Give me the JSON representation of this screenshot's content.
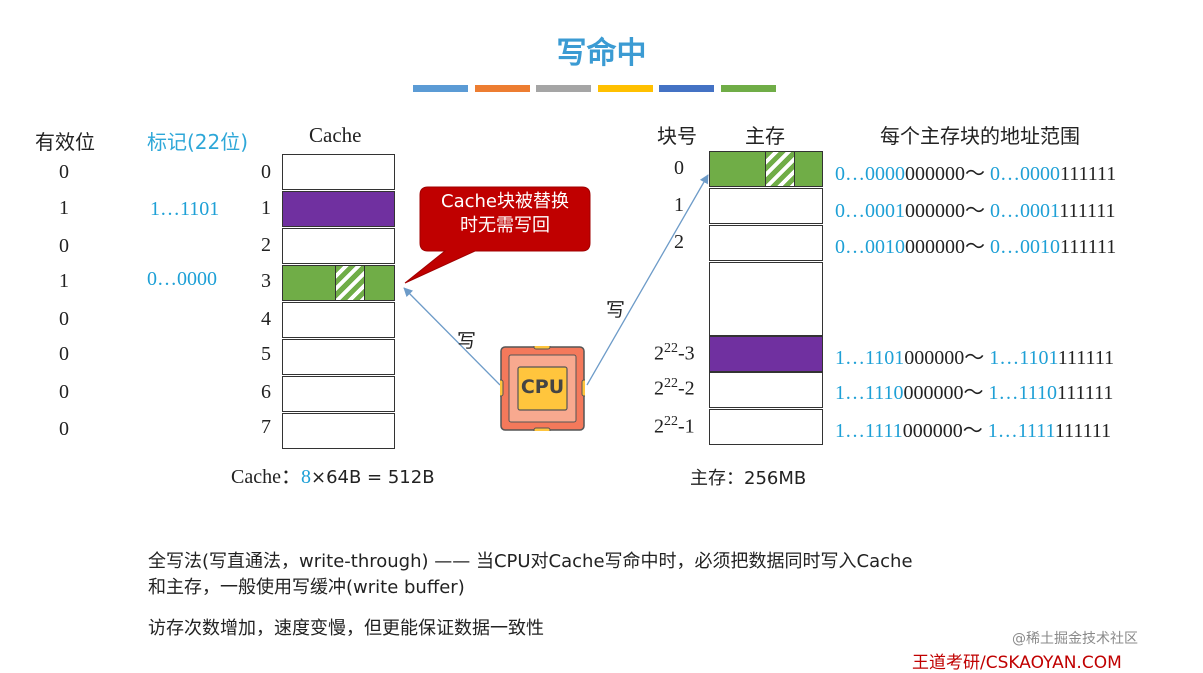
{
  "title": "写命中",
  "stripe_colors": [
    "#5b9bd5",
    "#ed7d31",
    "#a5a5a5",
    "#ffc000",
    "#4472c4",
    "#70ad47"
  ],
  "headers": {
    "valid": "有效位",
    "tag": "标记(22位)",
    "cache": "Cache",
    "block_no": "块号",
    "main_mem": "主存",
    "addr_range": "每个主存块的地址范围"
  },
  "valid_bits": [
    "0",
    "1",
    "0",
    "1",
    "0",
    "0",
    "0",
    "0"
  ],
  "tags": [
    "",
    "1…1101",
    "",
    "0…0000",
    "",
    "",
    "",
    ""
  ],
  "cache_rows": [
    "0",
    "1",
    "2",
    "3",
    "4",
    "5",
    "6",
    "7"
  ],
  "cache_size": {
    "prefix": "Cache：",
    "count": "8",
    "rest": "×64B = 512B"
  },
  "callout": {
    "line1": "Cache块被替换",
    "line2": "时无需写回"
  },
  "cpu_label": "CPU",
  "write_label_left": "写",
  "write_label_right": "写",
  "main_blocks": {
    "b0": "0",
    "b1": "1",
    "b2": "2",
    "dots": "·\n·\n·",
    "exp": "22",
    "base": "2",
    "m3": "-3",
    "m2": "-2",
    "m1": "-1"
  },
  "address_rows": [
    {
      "a_pre": "0…0000",
      "a_suf": "000000",
      "sep": "～ ",
      "b_pre": "0…0000",
      "b_suf": "111111"
    },
    {
      "a_pre": "0…0001",
      "a_suf": "000000",
      "sep": "～ ",
      "b_pre": "0…0001",
      "b_suf": "111111"
    },
    {
      "a_pre": "0…0010",
      "a_suf": "000000",
      "sep": "～ ",
      "b_pre": "0…0010",
      "b_suf": "111111"
    },
    {
      "a_pre": "1…1101",
      "a_suf": "000000",
      "sep": "～ ",
      "b_pre": "1…1101",
      "b_suf": "111111"
    },
    {
      "a_pre": "1…1110",
      "a_suf": "000000",
      "sep": "～ ",
      "b_pre": "1…1110",
      "b_suf": "111111"
    },
    {
      "a_pre": "1…1111",
      "a_suf": "000000",
      "sep": "～ ",
      "b_pre": "1…1111",
      "b_suf": "111111"
    }
  ],
  "main_size": "主存：256MB",
  "paragraphs": {
    "p1_line1": "全写法(写直通法，write-through) —— 当CPU对Cache写命中时，必须把数据同时写入Cache",
    "p1_line2": "和主存，一般使用写缓冲(write buffer)",
    "p2": "访存次数增加，速度变慢，但更能保证数据一致性"
  },
  "watermark": "@稀土掘金技术社区",
  "brand": "王道考研/CSKAOYAN.COM"
}
